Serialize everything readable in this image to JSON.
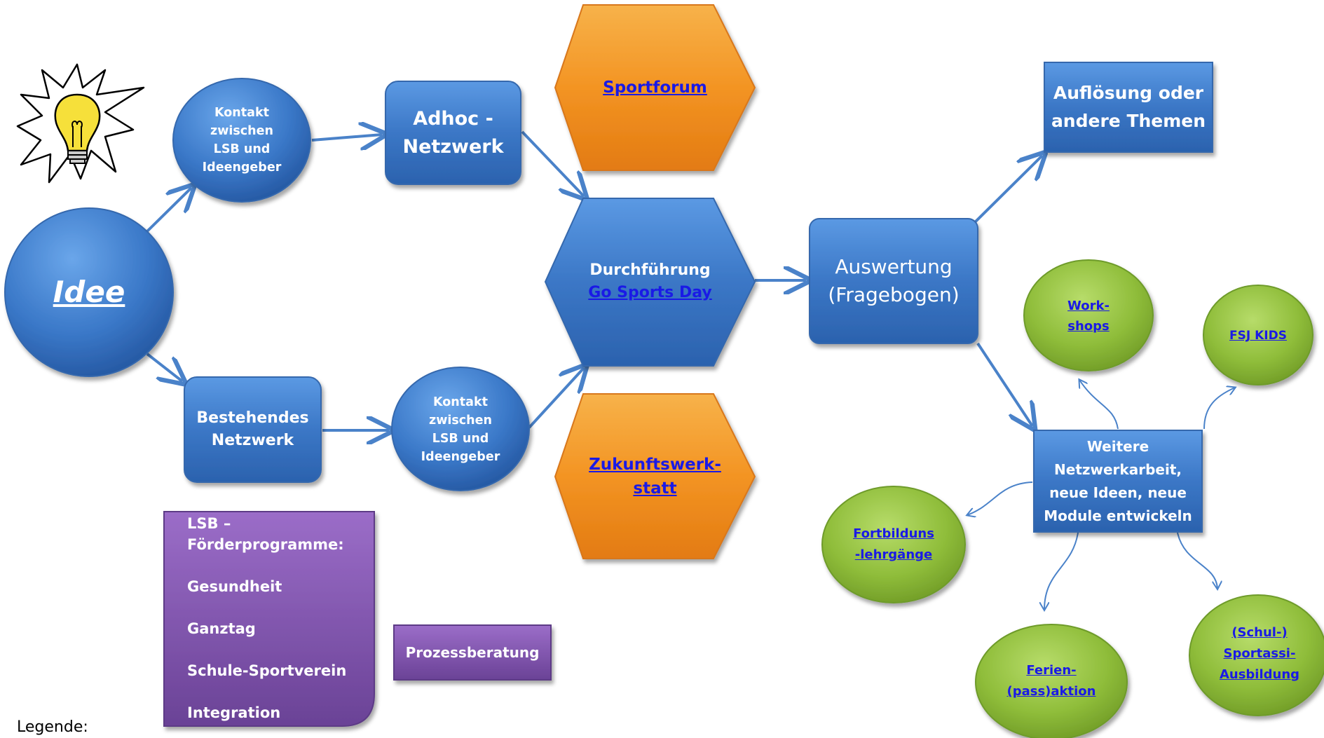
{
  "idea": {
    "label": "Idee"
  },
  "contact_top": {
    "lines": [
      "Kontakt",
      "zwischen",
      "LSB und",
      "Ideengeber"
    ]
  },
  "contact_bottom": {
    "lines": [
      "Kontakt",
      "zwischen",
      "LSB und",
      "Ideengeber"
    ]
  },
  "adhoc": {
    "lines": [
      "Adhoc -",
      "Netzwerk"
    ]
  },
  "existing": {
    "lines": [
      "Bestehendes",
      "Netzwerk"
    ]
  },
  "sportforum": {
    "label": "Sportforum"
  },
  "execution": {
    "title": "Durchführung",
    "link": "Go Sports Day"
  },
  "zukunft": {
    "lines": [
      "Zukunftswerk-",
      "statt"
    ]
  },
  "evaluation": {
    "lines": [
      "Auswertung",
      "(Fragebogen)"
    ]
  },
  "dissolution": {
    "lines": [
      "Auflösung oder",
      "andere Themen"
    ]
  },
  "further": {
    "lines": [
      "Weitere",
      "Netzwerkarbeit,",
      "neue Ideen, neue",
      "Module entwickeln"
    ]
  },
  "workshops": {
    "lines": [
      "Work-",
      "shops"
    ]
  },
  "fsj": {
    "label": "FSJ KIDS"
  },
  "fortbildung": {
    "lines": [
      "Fortbilduns",
      "-lehrgänge"
    ]
  },
  "ferien": {
    "lines": [
      "Ferien-",
      "(pass)aktion"
    ]
  },
  "schul": {
    "lines": [
      "(Schul-)",
      "Sportassi-",
      "Ausbildung"
    ]
  },
  "legend": {
    "label": "Legende:",
    "programs": [
      "LSB –",
      "Förderprogramme:",
      "",
      "Gesundheit",
      "",
      "Ganztag",
      "",
      "Schule-Sportverein",
      "",
      "Integration"
    ],
    "process": "Prozessberatung"
  },
  "colors": {
    "blue": "#3f7cc9",
    "orange": "#f39a2b",
    "green": "#8dbb38",
    "purple": "#7f55a8",
    "link": "#1a1ae6"
  }
}
